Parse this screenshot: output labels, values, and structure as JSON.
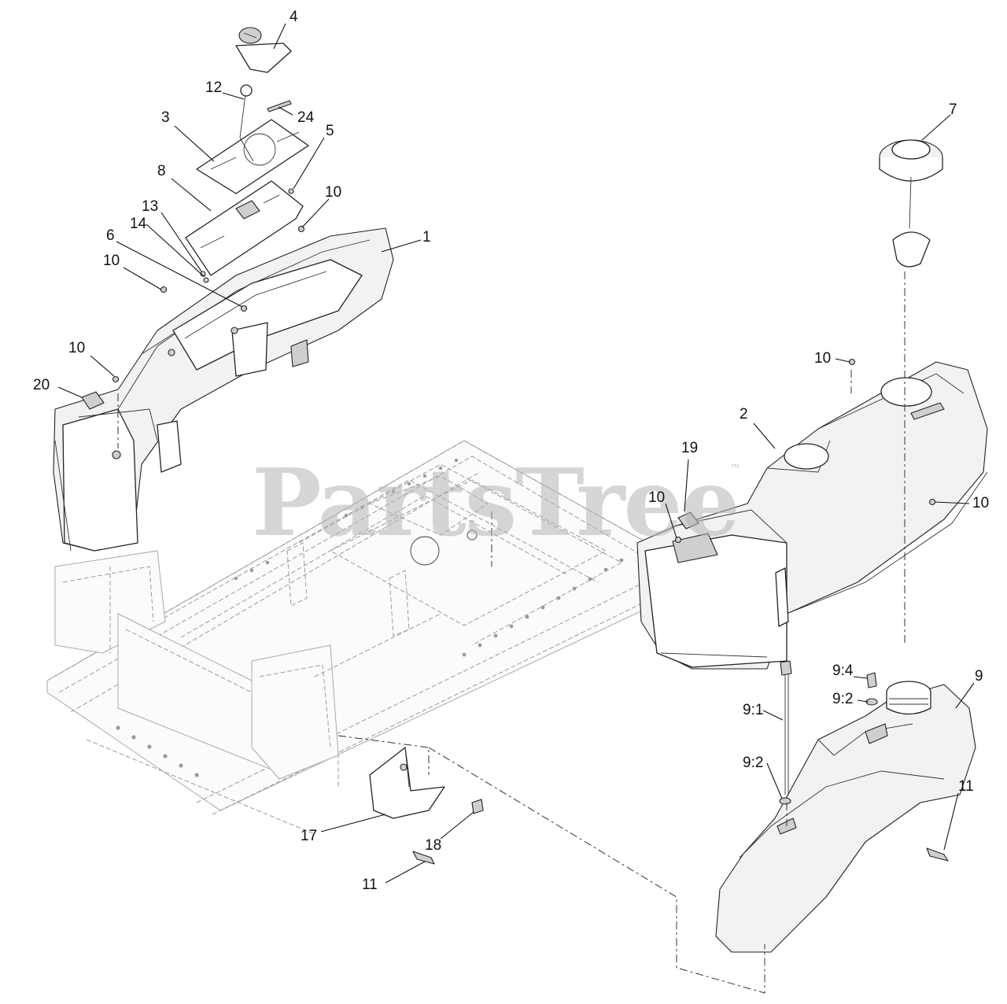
{
  "watermark": {
    "text": "PartsTree",
    "trademark": "™"
  },
  "callouts": {
    "c1": "1",
    "c2": "2",
    "c3": "3",
    "c4": "4",
    "c5": "5",
    "c6": "6",
    "c7": "7",
    "c8": "8",
    "c9": "9",
    "c9_1": "9:1",
    "c9_2a": "9:2",
    "c9_2b": "9:2",
    "c9_4": "9:4",
    "c10a": "10",
    "c10b": "10",
    "c10c": "10",
    "c10d": "10",
    "c10e": "10",
    "c10f": "10",
    "c11a": "11",
    "c11b": "11",
    "c12": "12",
    "c13": "13",
    "c14": "14",
    "c17": "17",
    "c18": "18",
    "c19": "19",
    "c20": "20",
    "c24": "24"
  }
}
